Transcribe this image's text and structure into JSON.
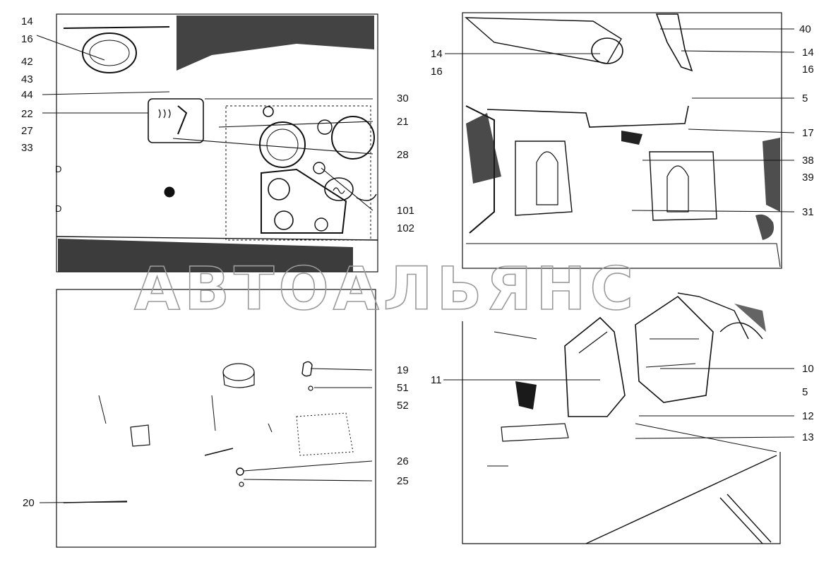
{
  "watermark": "АВТОАЛЬЯНС",
  "callouts": {
    "tl_14": "14",
    "tl_16": "16",
    "tl_42": "42",
    "tl_43": "43",
    "tl_44": "44",
    "tl_22": "22",
    "tl_27": "27",
    "tl_33": "33",
    "tl_30": "30",
    "tl_21": "21",
    "tl_28": "28",
    "tl_101": "101",
    "tl_102": "102",
    "tr_40": "40",
    "tr_14a": "14",
    "tr_16a": "16",
    "tr_14b": "14",
    "tr_16b": "16",
    "tr_5": "5",
    "tr_17": "17",
    "tr_38": "38",
    "tr_39": "39",
    "tr_31": "31",
    "bl_19": "19",
    "bl_51": "51",
    "bl_52": "52",
    "bl_26": "26",
    "bl_25": "25",
    "bl_20": "20",
    "br_11": "11",
    "br_10": "10",
    "br_5": "5",
    "br_12": "12",
    "br_13": "13"
  },
  "colors": {
    "ink": "#111111",
    "watermark": "#9a9a9a"
  }
}
